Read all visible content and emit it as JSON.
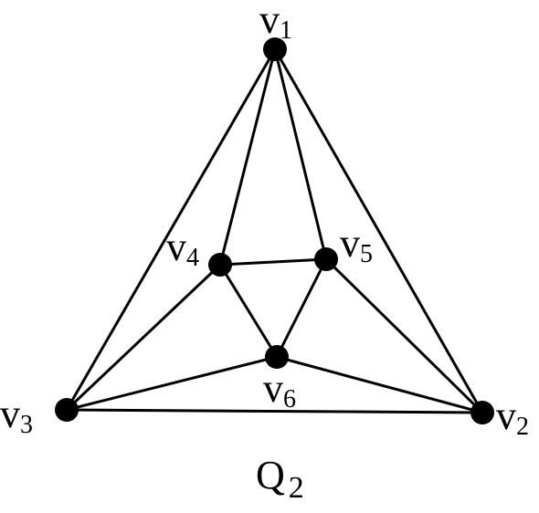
{
  "graph": {
    "caption": {
      "main": "Q",
      "sub": "2"
    },
    "vertices": [
      {
        "id": "v1",
        "main": "v",
        "sub": "1"
      },
      {
        "id": "v2",
        "main": "v",
        "sub": "2"
      },
      {
        "id": "v3",
        "main": "v",
        "sub": "3"
      },
      {
        "id": "v4",
        "main": "v",
        "sub": "4"
      },
      {
        "id": "v5",
        "main": "v",
        "sub": "5"
      },
      {
        "id": "v6",
        "main": "v",
        "sub": "6"
      }
    ],
    "edges": [
      [
        "v1",
        "v2"
      ],
      [
        "v1",
        "v3"
      ],
      [
        "v2",
        "v3"
      ],
      [
        "v1",
        "v4"
      ],
      [
        "v1",
        "v5"
      ],
      [
        "v3",
        "v4"
      ],
      [
        "v3",
        "v6"
      ],
      [
        "v2",
        "v5"
      ],
      [
        "v2",
        "v6"
      ],
      [
        "v4",
        "v5"
      ],
      [
        "v4",
        "v6"
      ],
      [
        "v5",
        "v6"
      ]
    ],
    "colors": {
      "edge": "#000000",
      "vertex": "#000000"
    }
  }
}
